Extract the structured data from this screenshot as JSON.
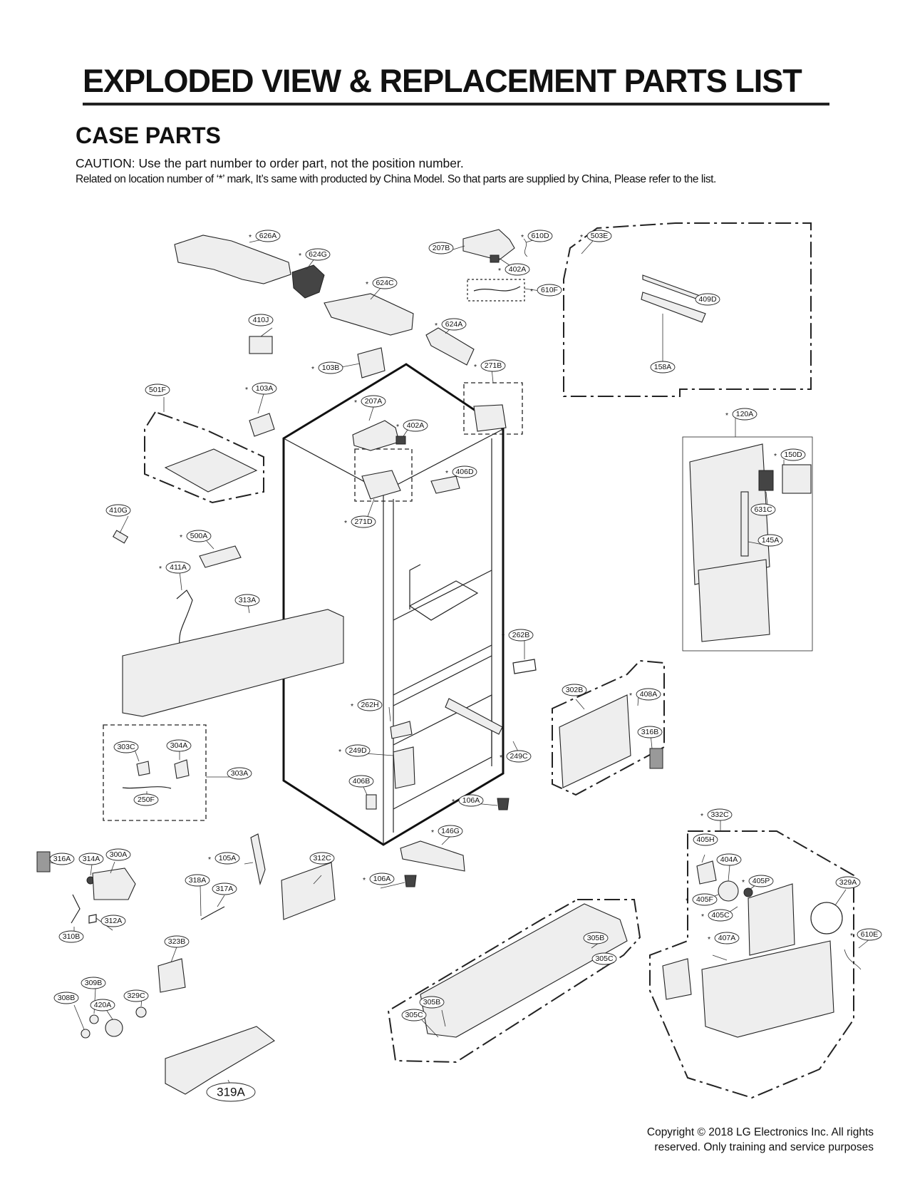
{
  "header": {
    "title": "EXPLODED VIEW & REPLACEMENT PARTS LIST",
    "section": "CASE PARTS",
    "caution": "CAUTION: Use the part number to order part, not the position number.",
    "note": "Related on location number of ‘*’ mark, It’s same with producted by China Model. So that parts are supplied by China, Please refer to the list."
  },
  "parts": [
    {
      "id": "626A",
      "star": true
    },
    {
      "id": "624G",
      "star": true
    },
    {
      "id": "624C",
      "star": true
    },
    {
      "id": "410J",
      "star": false
    },
    {
      "id": "624A",
      "star": true
    },
    {
      "id": "103B",
      "star": true
    },
    {
      "id": "207B",
      "star": false
    },
    {
      "id": "610D",
      "star": true
    },
    {
      "id": "402A",
      "star": true
    },
    {
      "id": "610F",
      "star": true
    },
    {
      "id": "503E",
      "star": true
    },
    {
      "id": "409D",
      "star": false
    },
    {
      "id": "158A",
      "star": false
    },
    {
      "id": "271B",
      "star": true
    },
    {
      "id": "501F",
      "star": false
    },
    {
      "id": "103A",
      "star": true
    },
    {
      "id": "207A",
      "star": true
    },
    {
      "id": "402A",
      "star": true
    },
    {
      "id": "406D",
      "star": true
    },
    {
      "id": "271D",
      "star": true
    },
    {
      "id": "120A",
      "star": true
    },
    {
      "id": "150D",
      "star": true
    },
    {
      "id": "631C",
      "star": false
    },
    {
      "id": "145A",
      "star": false
    },
    {
      "id": "410G",
      "star": false
    },
    {
      "id": "500A",
      "star": true
    },
    {
      "id": "411A",
      "star": true
    },
    {
      "id": "313A",
      "star": false
    },
    {
      "id": "262B",
      "star": true
    },
    {
      "id": "302B",
      "star": false
    },
    {
      "id": "408A",
      "star": true
    },
    {
      "id": "316B",
      "star": false
    },
    {
      "id": "262H",
      "star": true
    },
    {
      "id": "249D",
      "star": true
    },
    {
      "id": "249C",
      "star": true
    },
    {
      "id": "303C",
      "star": false
    },
    {
      "id": "304A",
      "star": false
    },
    {
      "id": "303A",
      "star": false
    },
    {
      "id": "250F",
      "star": false
    },
    {
      "id": "406B",
      "star": false
    },
    {
      "id": "106A",
      "star": true
    },
    {
      "id": "146G",
      "star": true
    },
    {
      "id": "332C",
      "star": true
    },
    {
      "id": "405H",
      "star": false
    },
    {
      "id": "404A",
      "star": false
    },
    {
      "id": "405P",
      "star": true
    },
    {
      "id": "405F",
      "star": true
    },
    {
      "id": "405C",
      "star": true
    },
    {
      "id": "329A",
      "star": false
    },
    {
      "id": "407A",
      "star": true
    },
    {
      "id": "610E",
      "star": true
    },
    {
      "id": "316A",
      "star": false
    },
    {
      "id": "314A",
      "star": false
    },
    {
      "id": "300A",
      "star": false
    },
    {
      "id": "105A",
      "star": true
    },
    {
      "id": "312C",
      "star": false
    },
    {
      "id": "106A",
      "star": true
    },
    {
      "id": "318A",
      "star": false
    },
    {
      "id": "317A",
      "star": false
    },
    {
      "id": "312A",
      "star": false
    },
    {
      "id": "310B",
      "star": false
    },
    {
      "id": "323B",
      "star": false
    },
    {
      "id": "305B",
      "star": false
    },
    {
      "id": "305C",
      "star": false
    },
    {
      "id": "309B",
      "star": false
    },
    {
      "id": "329C",
      "star": false
    },
    {
      "id": "308B",
      "star": false
    },
    {
      "id": "420A",
      "star": false
    },
    {
      "id": "305B",
      "star": false
    },
    {
      "id": "305C",
      "star": false
    },
    {
      "id": "319A",
      "star": false
    }
  ],
  "footer": {
    "copyright_line1": "Copyright © 2018 LG Electronics Inc. All rights",
    "copyright_line2": "reserved. Only training and service purposes"
  }
}
